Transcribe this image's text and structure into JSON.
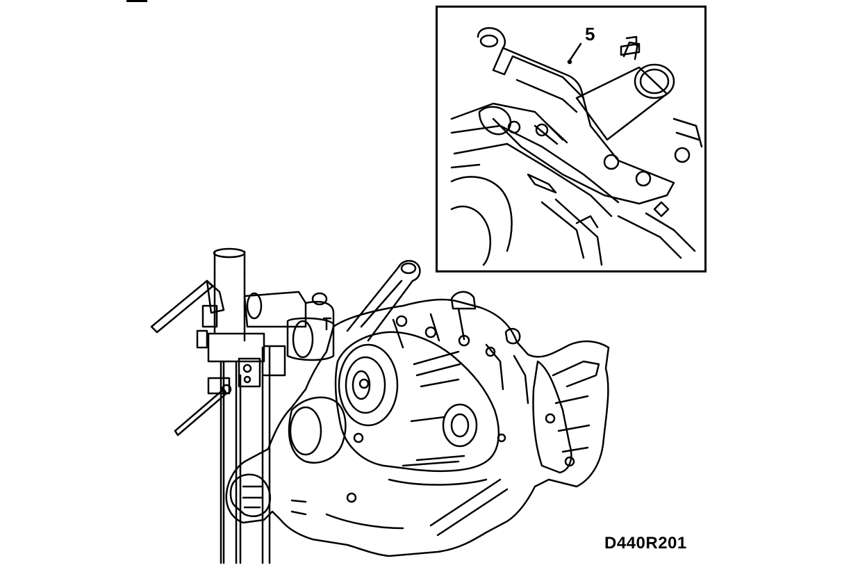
{
  "figure": {
    "figure_id": "D440R201",
    "callouts": [
      {
        "label": "5",
        "target": "engine-lifting-bracket"
      }
    ]
  },
  "colors": {
    "line": "#000000",
    "background": "#ffffff"
  }
}
